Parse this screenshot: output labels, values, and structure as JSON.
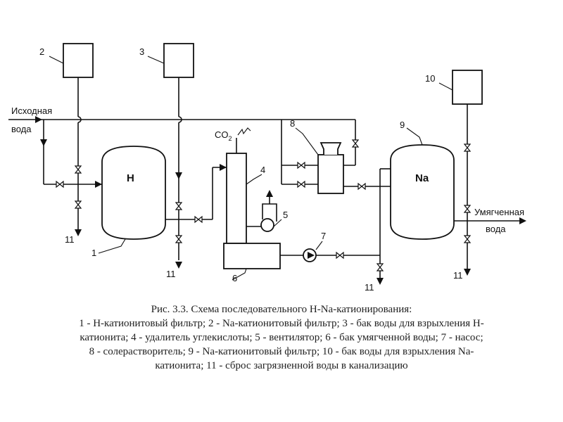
{
  "diagram": {
    "inlet_label_1": "Исходная",
    "inlet_label_2": "вода",
    "outlet_label_1": "Умягченная",
    "outlet_label_2": "вода",
    "co2_label": "CO",
    "co2_sub": "2",
    "h_filter_label": "H",
    "na_filter_label": "Na",
    "num_1": "1",
    "num_2": "2",
    "num_3": "3",
    "num_4": "4",
    "num_5": "5",
    "num_6": "6",
    "num_7": "7",
    "num_8": "8",
    "num_9": "9",
    "num_10": "10",
    "drain_label": "11"
  },
  "caption": {
    "title": "Рис. 3.3. Схема последовательного H-Na-катионирования:",
    "lines": [
      "1 - H-катионитовый фильтр; 2 - Na-катионитовый фильтр; 3 - бак воды для взрыхления H-",
      "катионита; 4 - удалитель углекислоты; 5 - вентилятор; 6 - бак умягченной воды; 7 - насос;",
      "8 - солерастворитель; 9 - Na-катионитовый фильтр; 10 - бак воды для взрыхления Na-",
      "катионита; 11 - сброс загрязненной воды в канализацию"
    ]
  }
}
